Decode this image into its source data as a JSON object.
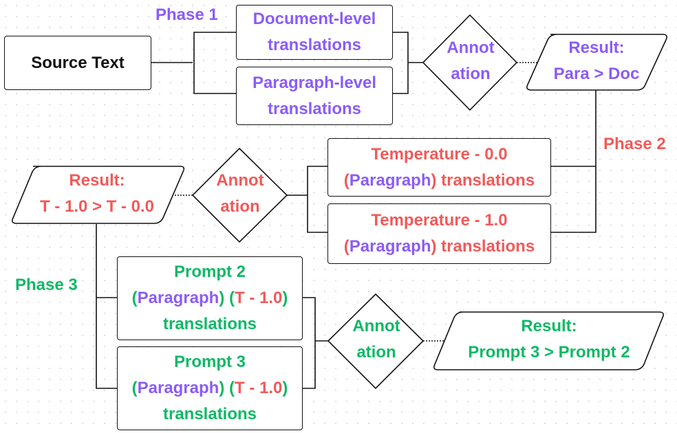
{
  "colors": {
    "phase1": "#8b5cf6",
    "phase2": "#f05a5a",
    "phase3": "#10b866",
    "line": "#111111"
  },
  "source": {
    "label": "Source Text"
  },
  "phase1": {
    "label": "Phase 1",
    "doc_line1": "Document-level",
    "doc_line2": "translations",
    "para_line1": "Paragraph-level",
    "para_line2": "translations",
    "annotation_line1": "Annot",
    "annotation_line2": "ation",
    "result_line1": "Result:",
    "result_line2": "Para > Doc"
  },
  "phase2": {
    "label": "Phase 2",
    "t0_line1": "Temperature - 0.0",
    "t1_line1": "Temperature - 1.0",
    "open_paren": "(",
    "paragraph": "Paragraph",
    "close_paren_translations": ") translations",
    "annotation_line1": "Annot",
    "annotation_line2": "ation",
    "result_line1": "Result:",
    "result_line2": "T - 1.0 > T - 0.0"
  },
  "phase3": {
    "label": "Phase 3",
    "prompt2_line1": "Prompt 2",
    "prompt3_line1": "Prompt 3",
    "open_paren": "(",
    "paragraph": "Paragraph",
    "mid_paren": ") (",
    "temp": "T - 1.0",
    "close_paren": ")",
    "translations": "translations",
    "annotation_line1": "Annot",
    "annotation_line2": "ation",
    "result_line1": "Result:",
    "result_line2": "Prompt 3 > Prompt 2"
  }
}
